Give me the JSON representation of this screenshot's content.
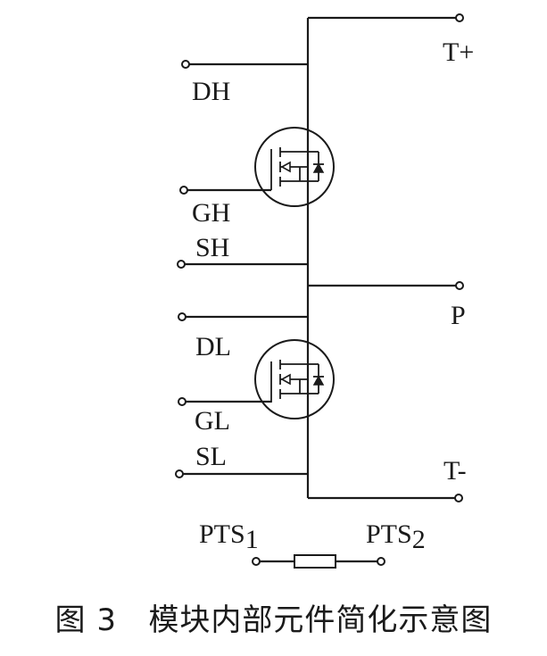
{
  "terminals": {
    "t_plus": "T+",
    "dh": "DH",
    "gh": "GH",
    "sh": "SH",
    "p": "P",
    "dl": "DL",
    "gl": "GL",
    "sl": "SL",
    "t_minus": "T-"
  },
  "pts": {
    "pts1_main": "PTS",
    "pts1_sub": "1",
    "pts2_main": "PTS",
    "pts2_sub": "2"
  },
  "caption": {
    "figure_label": "图 3",
    "text": "模块内部元件简化示意图"
  }
}
